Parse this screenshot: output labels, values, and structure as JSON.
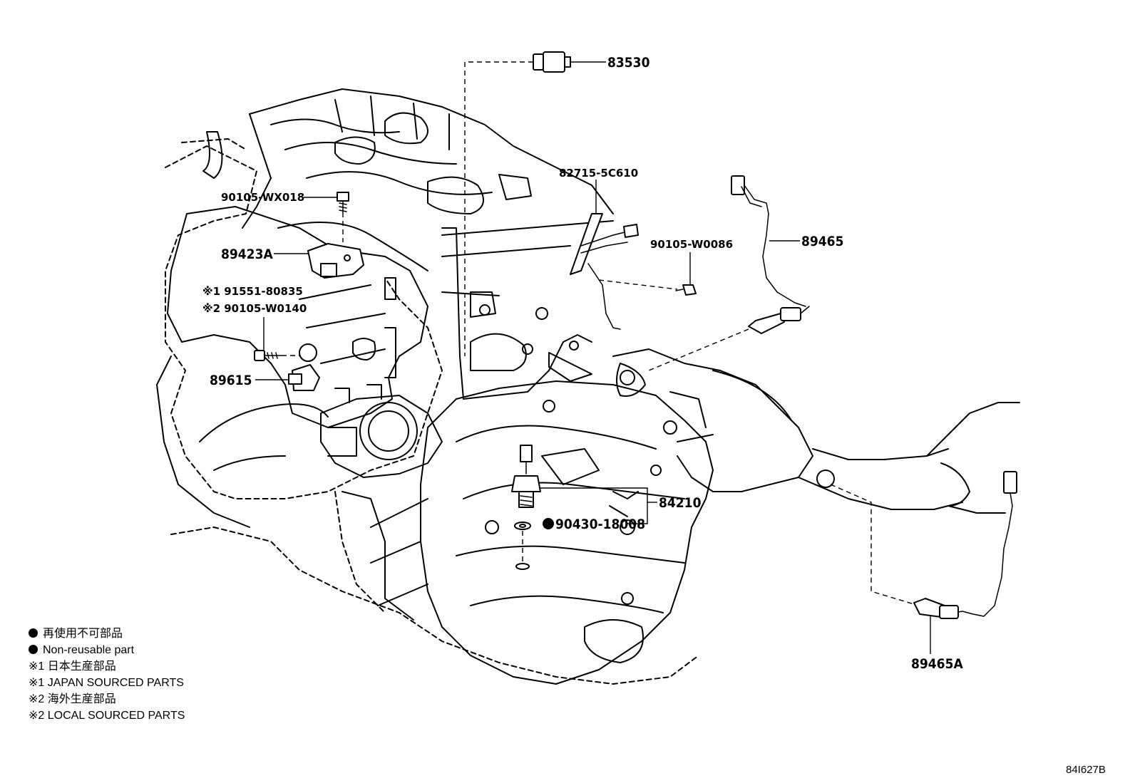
{
  "parts": {
    "p83530": "83530",
    "p82715": "82715-5C610",
    "p90105wx018": "90105-WX018",
    "p89423a": "89423A",
    "p90105w0086": "90105-W0086",
    "p89465": "89465",
    "p91551": "※1 91551-80835",
    "p90105w0140": "※2 90105-W0140",
    "p89615": "89615",
    "p84210": "84210",
    "p90430": "90430-18008",
    "p89465a": "89465A"
  },
  "legend": {
    "line1": "再使用不可部品",
    "line2": "Non-reusable part",
    "line3": "※1 日本生産部品",
    "line4": "※1 JAPAN SOURCED PARTS",
    "line5": "※2 海外生産部品",
    "line6": "※2 LOCAL SOURCED PARTS"
  },
  "diagram_code": "84I627B"
}
